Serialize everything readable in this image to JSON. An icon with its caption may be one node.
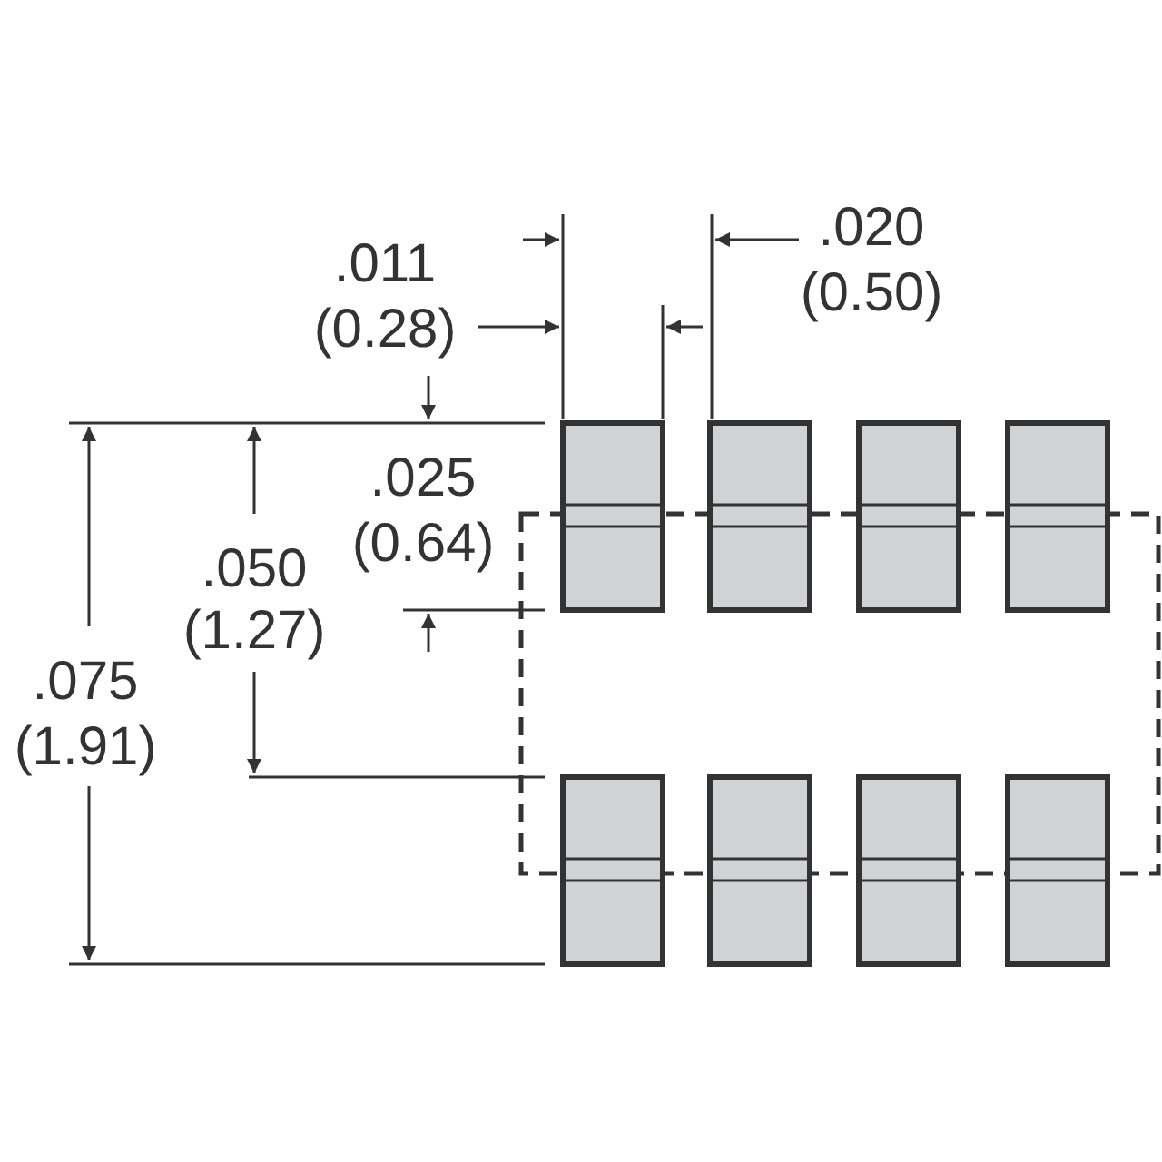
{
  "diagram": {
    "labels": [
      ".011",
      "(0.28)",
      ".020",
      "(0.50)",
      ".025",
      "(0.64)",
      ".050",
      "(1.27)",
      ".075",
      "(1.91)"
    ]
  }
}
